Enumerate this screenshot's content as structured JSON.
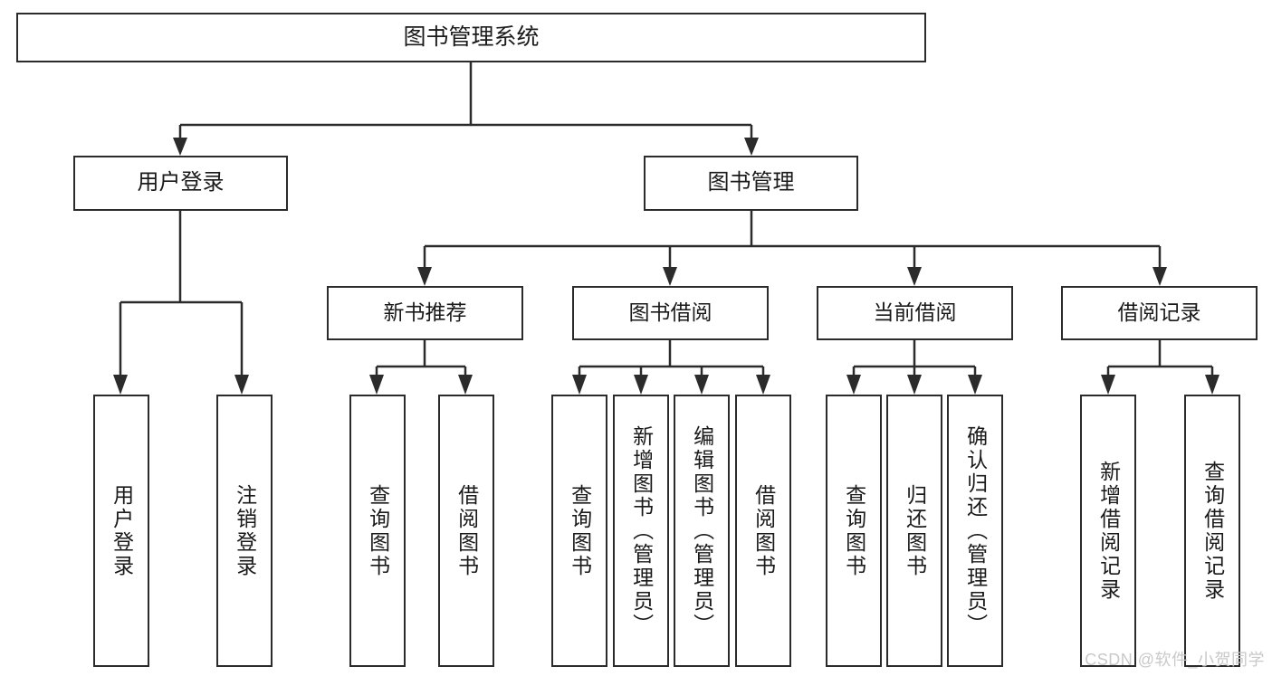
{
  "diagram": {
    "title": "图书管理系统",
    "type": "tree",
    "root": {
      "label": "图书管理系统"
    },
    "level2": [
      {
        "label": "用户登录"
      },
      {
        "label": "图书管理"
      }
    ],
    "level3": [
      {
        "label": "新书推荐"
      },
      {
        "label": "图书借阅"
      },
      {
        "label": "当前借阅"
      },
      {
        "label": "借阅记录"
      }
    ],
    "leaves": {
      "user_login": [
        {
          "label": "用户登录"
        },
        {
          "label": "注销登录"
        }
      ],
      "new_book_recommend": [
        {
          "label": "查询图书"
        },
        {
          "label": "借阅图书"
        }
      ],
      "book_borrow": [
        {
          "label": "查询图书"
        },
        {
          "label": "新增图书（管理员）"
        },
        {
          "label": "编辑图书（管理员）"
        },
        {
          "label": "借阅图书"
        }
      ],
      "current_borrow": [
        {
          "label": "查询图书"
        },
        {
          "label": "归还图书"
        },
        {
          "label": "确认归还（管理员）"
        }
      ],
      "borrow_record": [
        {
          "label": "新增借阅记录"
        },
        {
          "label": "查询借阅记录"
        }
      ]
    }
  },
  "watermark": {
    "text": "CSDN @软件_小贺同学"
  },
  "colors": {
    "background": "#ffffff",
    "stroke": "#2b2b2b",
    "text": "#1a1a1a",
    "watermark": "#c9c9c9"
  }
}
